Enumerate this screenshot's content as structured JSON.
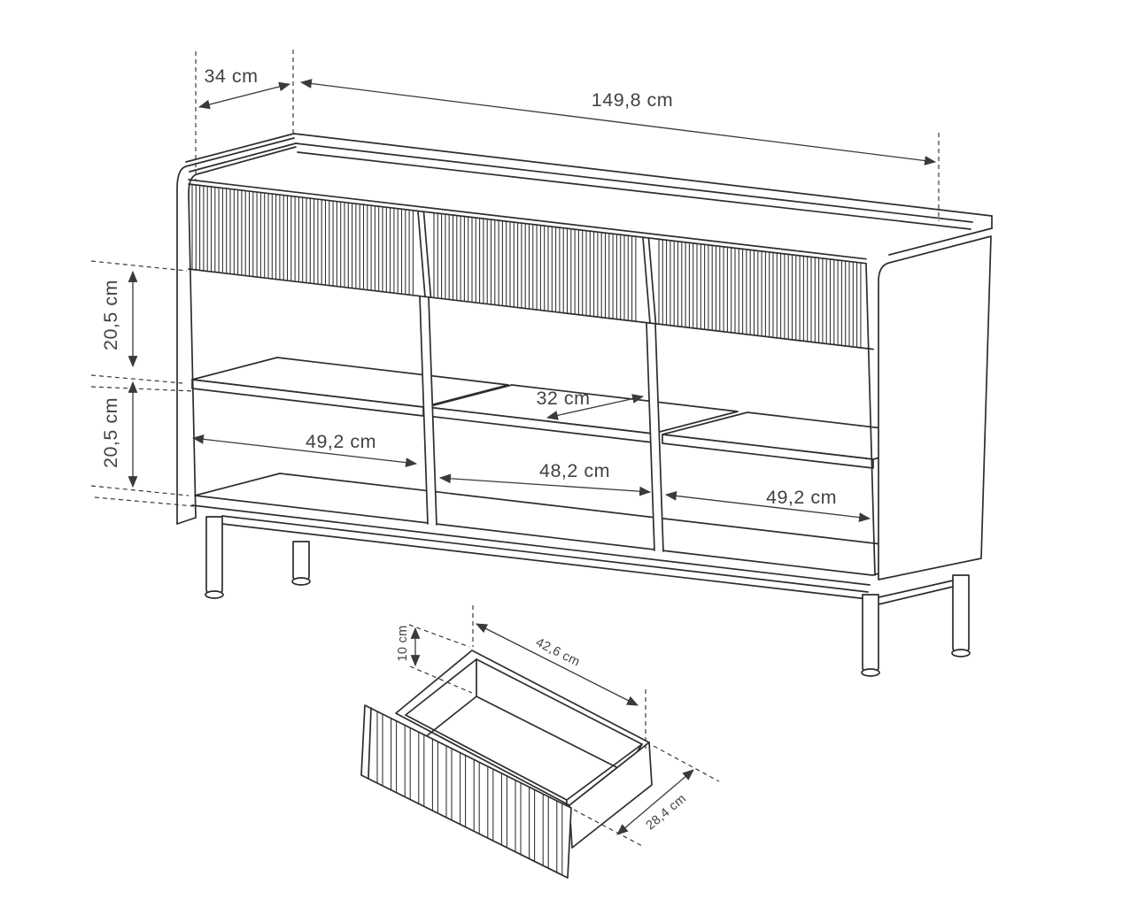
{
  "drawing": {
    "subject": "Sideboard technical dimensions drawing",
    "units": "cm",
    "cabinet_dims": {
      "top_depth": "34 cm",
      "total_width": "149,8 cm",
      "upper_section_height": "20,5 cm",
      "lower_section_height": "20,5 cm",
      "shelf_depth": "32 cm",
      "left_compartment_width": "49,2 cm",
      "middle_compartment_width": "48,2 cm",
      "right_compartment_width": "49,2 cm"
    },
    "drawer_dims": {
      "height": "10 cm",
      "width": "42,6 cm",
      "depth": "28,4 cm"
    },
    "colors": {
      "line": "#2d2d2d",
      "dimension": "#3a3a3a",
      "text": "#424242",
      "background": "#ffffff"
    }
  }
}
